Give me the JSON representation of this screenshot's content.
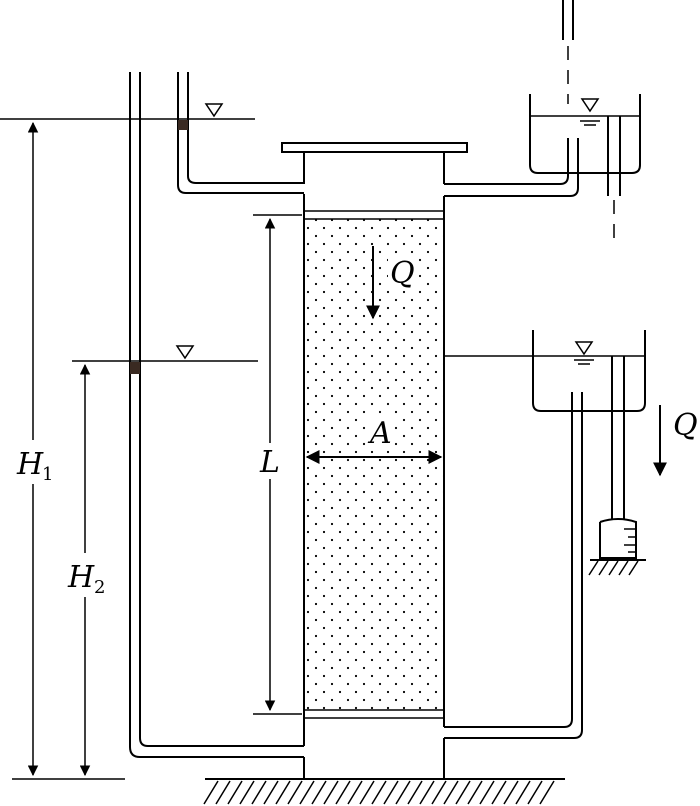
{
  "labels": {
    "h1_main": "H",
    "h1_sub": "1",
    "h2_main": "H",
    "h2_sub": "2",
    "length": "L",
    "area": "A",
    "flow_top": "Q",
    "flow_right": "Q"
  },
  "colors": {
    "line": "#000000",
    "marker": "#3a2a22",
    "background": "#ffffff"
  },
  "icons": {
    "water_level": "inverted-triangle",
    "ground": "hatched-ground"
  }
}
